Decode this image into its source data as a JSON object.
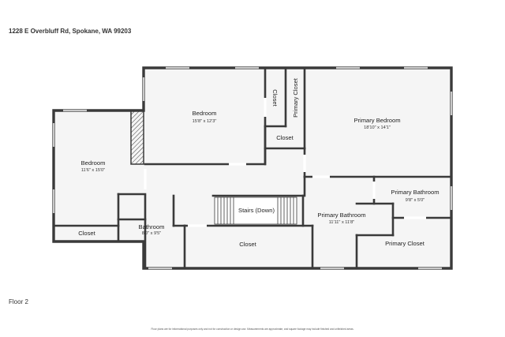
{
  "header": {
    "address": "1228 E Overbluff Rd, Spokane, WA 99203"
  },
  "floor": {
    "label": "Floor 2"
  },
  "disclaimer": "Floor plans are for informational purposes only and not for construction or design use. Measurements are approximate, and square footage may include finished and unfinished areas.",
  "rooms": {
    "bedroom_top": {
      "name": "Bedroom",
      "dims": "15'8\" x 12'3\""
    },
    "closet_vert": {
      "name": "Closet"
    },
    "primary_closet_vert": {
      "name": "Primary Closet"
    },
    "closet_small": {
      "name": "Closet"
    },
    "primary_bedroom": {
      "name": "Primary Bedroom",
      "dims": "18'10\" x 14'1\""
    },
    "bedroom_left": {
      "name": "Bedroom",
      "dims": "11'6\" x 15'0\""
    },
    "closet_left": {
      "name": "Closet"
    },
    "bathroom": {
      "name": "Bathroom",
      "dims": "8'0\" x 9'5\""
    },
    "stairs": {
      "name": "Stairs (Down)"
    },
    "closet_bottom": {
      "name": "Closet"
    },
    "primary_bathroom": {
      "name": "Primary Bathroom",
      "dims": "11'11\" x 11'8\""
    },
    "primary_bathroom_small": {
      "name": "Primary Bathroom",
      "dims": "9'8\" x 5'0\""
    },
    "primary_closet": {
      "name": "Primary Closet"
    }
  },
  "colors": {
    "floor": "#f5f5f5",
    "wall": "#3a3a3a",
    "window": "#c9c9c9"
  }
}
